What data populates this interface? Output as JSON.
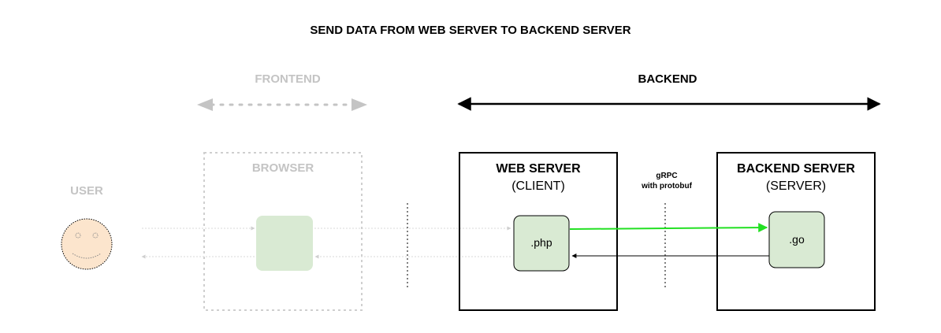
{
  "diagram": {
    "title": "SEND DATA FROM WEB SERVER TO BACKEND SERVER",
    "frontend_label": "FRONTEND",
    "backend_label": "BACKEND",
    "user_label": "USER",
    "browser_label": "BROWSER",
    "web_server": {
      "title": "WEB SERVER",
      "subtitle": "(CLIENT)",
      "node": ".php"
    },
    "backend_server": {
      "title": "BACKEND SERVER",
      "subtitle": "(SERVER)",
      "node": ".go"
    },
    "protocol": {
      "line1": "gRPC",
      "line2": "with protobuf"
    }
  },
  "colors": {
    "dim": "#c4c4c4",
    "node_fill": "#d9ead3",
    "request_arrow": "#22e022",
    "smiley_fill": "#fce5cd"
  }
}
